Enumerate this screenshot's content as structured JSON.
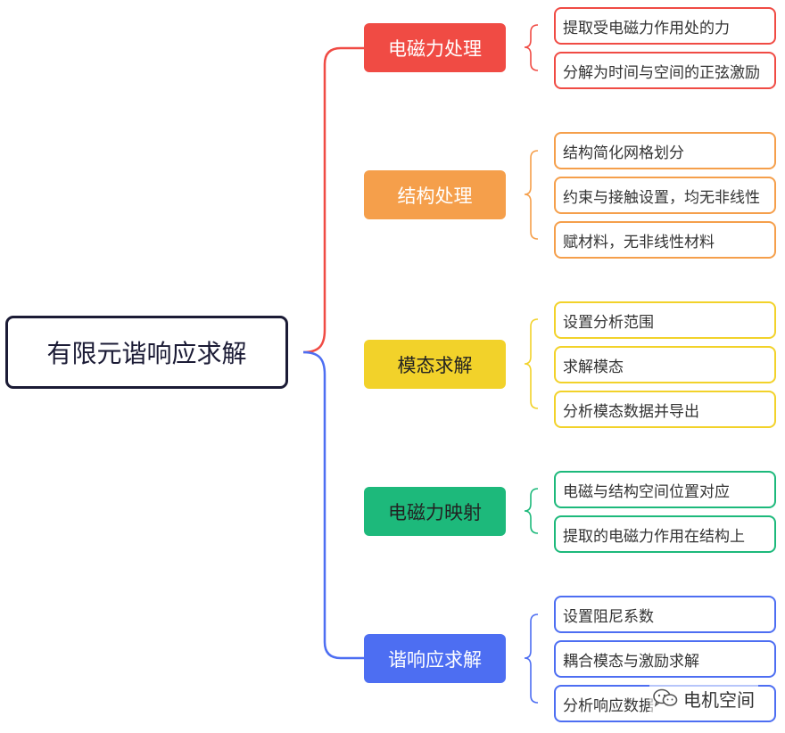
{
  "root": {
    "label": "有限元谐响应求解"
  },
  "branches": [
    {
      "label": "电磁力处理",
      "color": "#f04b44",
      "leaves": [
        "提取受电磁力作用处的力",
        "分解为时间与空间的正弦激励"
      ]
    },
    {
      "label": "结构处理",
      "color": "#f59f4b",
      "leaves": [
        "结构简化网格划分",
        "约束与接触设置，均无非线性",
        "赋材料，无非线性材料"
      ]
    },
    {
      "label": "模态求解",
      "color": "#f2d22a",
      "leaves": [
        "设置分析范围",
        "求解模态",
        "分析模态数据并导出"
      ]
    },
    {
      "label": "电磁力映射",
      "color": "#1db97b",
      "leaves": [
        "电磁与结构空间位置对应",
        "提取的电磁力作用在结构上"
      ]
    },
    {
      "label": "谐响应求解",
      "color": "#4d6ef2",
      "leaves": [
        "设置阻尼系数",
        "耦合模态与激励求解",
        "分析响应数据"
      ]
    }
  ],
  "watermark": {
    "text": "电机空间",
    "icon": "wechat-icon"
  }
}
